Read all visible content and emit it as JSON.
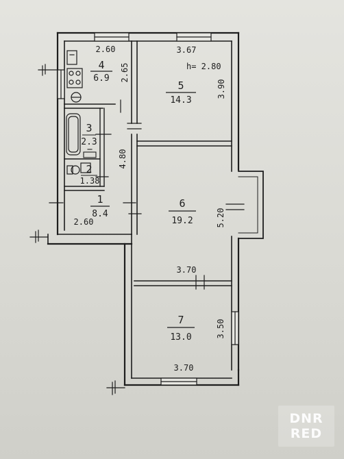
{
  "plan": {
    "ceiling_height": "h= 2.80",
    "rooms": [
      {
        "id": "1",
        "number": "1",
        "area": "8.4"
      },
      {
        "id": "2",
        "number": "2",
        "area": "1.38"
      },
      {
        "id": "3",
        "number": "3",
        "area": "2.3"
      },
      {
        "id": "4",
        "number": "4",
        "area": "6.9"
      },
      {
        "id": "5",
        "number": "5",
        "area": "14.3"
      },
      {
        "id": "6",
        "number": "6",
        "area": "19.2"
      },
      {
        "id": "7",
        "number": "7",
        "area": "13.0"
      }
    ],
    "dimensions": {
      "kitchen_width": "2.60",
      "kitchen_depth": "2.65",
      "room5_width": "3.67",
      "room5_depth": "3.90",
      "corridor_depth": "4.80",
      "hall_width": "2.60",
      "room6_depth": "5.20",
      "room6_width": "3.70",
      "room7_depth": "3.50",
      "room7_width": "3.70"
    }
  },
  "watermark": {
    "line1": "DNR",
    "line2": "RED"
  },
  "colors": {
    "ink": "#1d1d1d",
    "paper": "#deded9"
  }
}
